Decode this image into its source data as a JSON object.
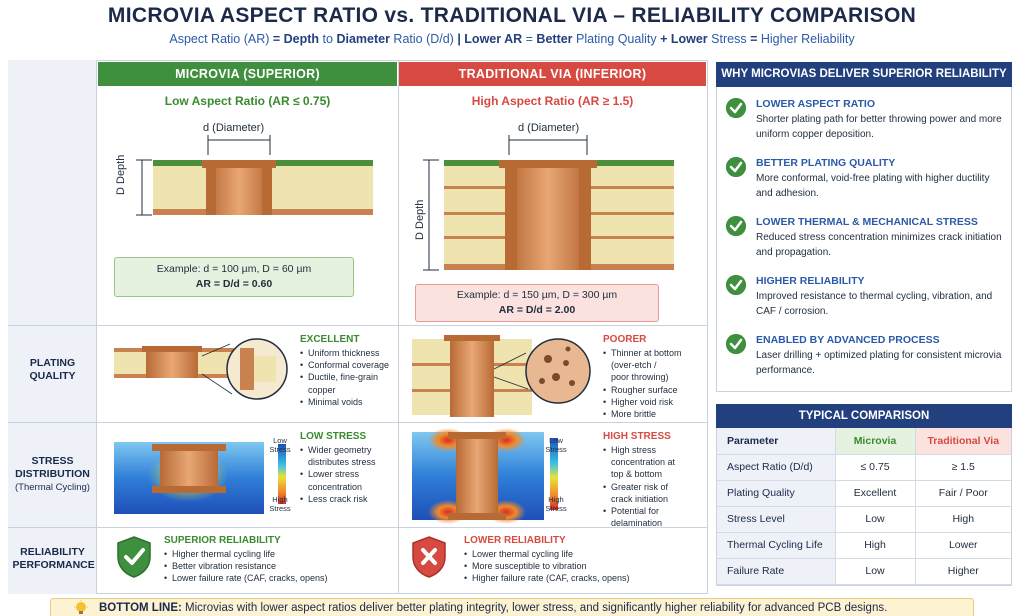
{
  "header": {
    "title": "MICROVIA ASPECT RATIO vs. TRADITIONAL VIA – RELIABILITY COMPARISON",
    "subtitle_parts": [
      {
        "text": "Aspect Ratio (AR)",
        "bold": false
      },
      {
        "text": " = ",
        "bold": true
      },
      {
        "text": "Depth",
        "bold": true
      },
      {
        "text": " to ",
        "bold": false
      },
      {
        "text": "Diameter",
        "bold": true
      },
      {
        "text": " Ratio (D/d)  ",
        "bold": false
      },
      {
        "text": "|  Lower AR",
        "bold": true
      },
      {
        "text": " = ",
        "bold": false
      },
      {
        "text": "Better",
        "bold": true
      },
      {
        "text": " Plating Quality ",
        "bold": false
      },
      {
        "text": "+ Lower",
        "bold": true
      },
      {
        "text": " Stress ",
        "bold": false
      },
      {
        "text": "=",
        "bold": true
      },
      {
        "text": " Higher Reliability",
        "bold": false
      }
    ]
  },
  "microvia": {
    "heading": "MICROVIA (SUPERIOR)",
    "ar_label": "Low Aspect Ratio (AR ≤ 0.75)",
    "diameter_label": "d (Diameter)",
    "depth_label": "D Depth",
    "example_line": "Example: d = 100 µm, D = 60 µm",
    "example_result": "AR = D/d = 0.60",
    "plating_head": "EXCELLENT",
    "plating_bullets": [
      "Uniform thickness",
      "Conformal coverage",
      "Ductile, fine-grain",
      "copper",
      "Minimal voids"
    ],
    "stress_head": "LOW STRESS",
    "stress_bullets": [
      "Wider geometry",
      "distributes stress",
      "Lower stress",
      "concentration",
      "Less crack risk"
    ],
    "stress_scale_low": "Low Stress",
    "stress_scale_high": "High Stress",
    "reliability_head": "SUPERIOR RELIABILITY",
    "reliability_bullets": [
      "Higher thermal cycling life",
      "Better vibration resistance",
      "Lower failure rate (CAF, cracks, opens)"
    ]
  },
  "traditional": {
    "heading": "TRADITIONAL VIA (INFERIOR)",
    "ar_label": "High Aspect Ratio (AR ≥ 1.5)",
    "diameter_label": "d (Diameter)",
    "depth_label": "D Depth",
    "example_line": "Example: d = 150 µm, D = 300 µm",
    "example_result": "AR = D/d = 2.00",
    "plating_head": "POORER",
    "plating_bullets": [
      "Thinner at bottom",
      "(over-etch /",
      "poor throwing)",
      "Rougher surface",
      "Higher void risk",
      "More brittle"
    ],
    "stress_head": "HIGH STRESS",
    "stress_bullets": [
      "High stress",
      "concentration at",
      "top & bottom",
      "Greater risk of",
      "crack initiation",
      "Potential for",
      "delamination"
    ],
    "stress_scale_low": "Low Stress",
    "stress_scale_high": "High Stress",
    "reliability_head": "LOWER RELIABILITY",
    "reliability_bullets": [
      "Lower thermal cycling life",
      "More susceptible to vibration",
      "Higher failure rate (CAF, cracks, opens)"
    ]
  },
  "row_labels": {
    "plating": "PLATING QUALITY",
    "stress": "STRESS DISTRIBUTION",
    "stress_sub": "(Thermal Cycling)",
    "reliability": "RELIABILITY PERFORMANCE"
  },
  "why": {
    "heading": "WHY MICROVIAS DELIVER SUPERIOR RELIABILITY",
    "items": [
      {
        "title": "LOWER ASPECT RATIO",
        "desc": "Shorter plating path for better throwing power and more uniform copper deposition."
      },
      {
        "title": "BETTER PLATING QUALITY",
        "desc": "More conformal, void-free plating with higher ductility and adhesion."
      },
      {
        "title": "LOWER THERMAL & MECHANICAL STRESS",
        "desc": "Reduced stress concentration minimizes crack initiation and propagation."
      },
      {
        "title": "HIGHER RELIABILITY",
        "desc": "Improved resistance to thermal cycling, vibration, and CAF / corrosion."
      },
      {
        "title": "ENABLED BY ADVANCED PROCESS",
        "desc": "Laser drilling + optimized plating for consistent microvia performance."
      }
    ]
  },
  "comparison": {
    "heading": "TYPICAL COMPARISON",
    "columns": [
      "Parameter",
      "Microvia",
      "Traditional Via"
    ],
    "rows": [
      [
        "Aspect Ratio (D/d)",
        "≤ 0.75",
        "≥ 1.5"
      ],
      [
        "Plating Quality",
        "Excellent",
        "Fair / Poor"
      ],
      [
        "Stress Level",
        "Low",
        "High"
      ],
      [
        "Thermal Cycling Life",
        "High",
        "Lower"
      ],
      [
        "Failure Rate",
        "Low",
        "Higher"
      ]
    ]
  },
  "bottom_line": {
    "label": "BOTTOM LINE:",
    "text": " Microvias with lower aspect ratios deliver better plating integrity, lower stress, and significantly higher reliability for advanced PCB designs."
  },
  "colors": {
    "green": "#3e8f3e",
    "red": "#d64a41",
    "navy": "#22407e",
    "copper": "#c9824f",
    "laminate": "#efe3b0"
  }
}
